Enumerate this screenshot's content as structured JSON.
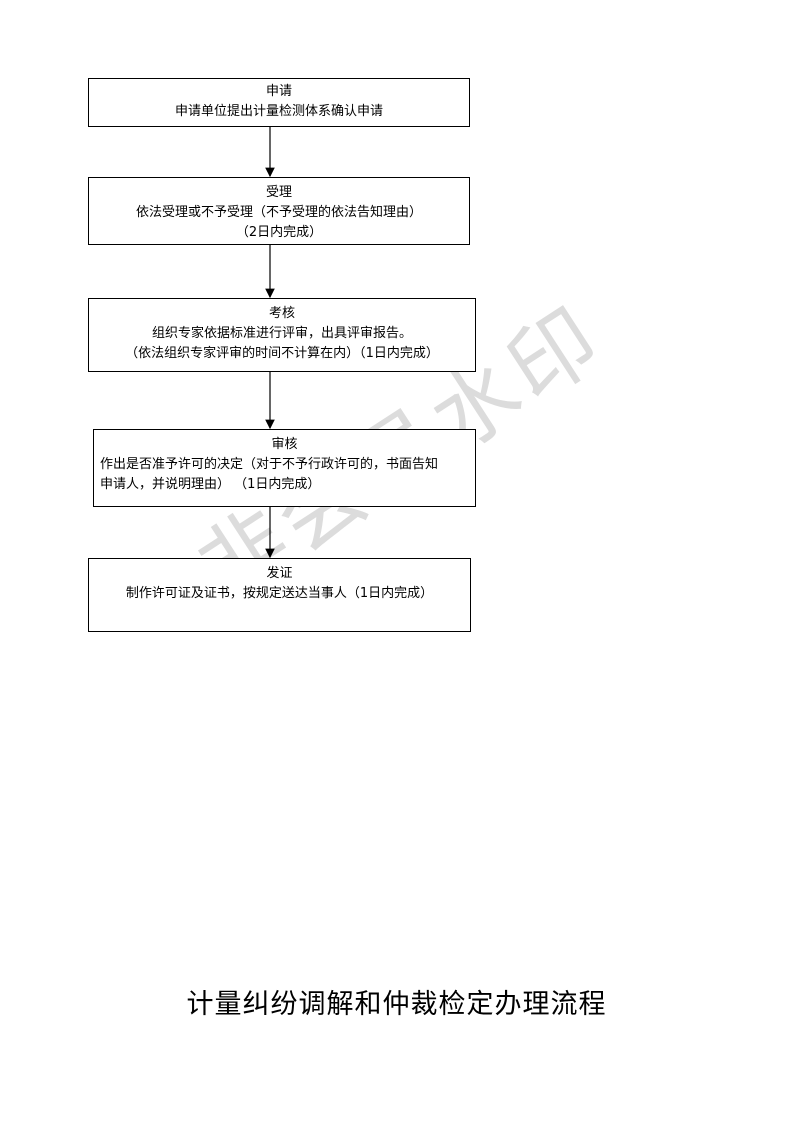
{
  "watermark": "非会员水印",
  "steps": [
    {
      "title": "申请",
      "lines": [
        "申请单位提出计量检测体系确认申请"
      ]
    },
    {
      "title": "受理",
      "lines": [
        "依法受理或不予受理（不予受理的依法告知理由）",
        "（2日内完成）"
      ]
    },
    {
      "title": "考核",
      "lines": [
        "组织专家依据标准进行评审，出具评审报告。",
        "（依法组织专家评审的时间不计算在内）（1日内完成）"
      ]
    },
    {
      "title": "审核",
      "lines": [
        "作出是否准予许可的决定（对于不予行政许可的，书面告知",
        "申请人，并说明理由）  （1日内完成）"
      ]
    },
    {
      "title": "发证",
      "lines": [
        "制作许可证及证书，按规定送达当事人（1日内完成）"
      ]
    }
  ],
  "next_title": "计量纠纷调解和仲裁检定办理流程"
}
